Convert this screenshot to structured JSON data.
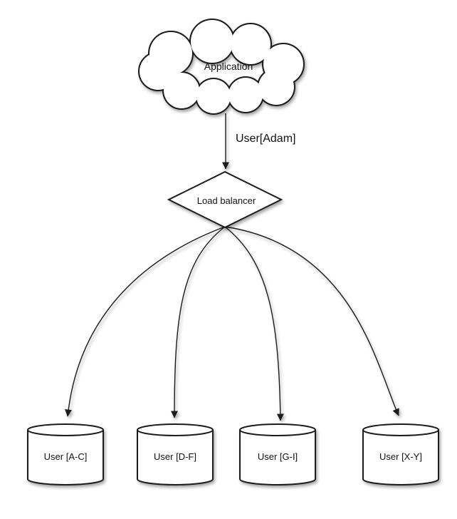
{
  "diagram": {
    "application": {
      "label": "Application",
      "shape": "cloud"
    },
    "request_edge": {
      "label": "User[Adam]",
      "from": "application",
      "to": "load_balancer"
    },
    "load_balancer": {
      "label": "Load balancer",
      "shape": "diamond"
    },
    "shards": [
      {
        "label": "User [A-C]",
        "shape": "cylinder"
      },
      {
        "label": "User [D-F]",
        "shape": "cylinder"
      },
      {
        "label": "User [G-I]",
        "shape": "cylinder"
      },
      {
        "label": "User [X-Y]",
        "shape": "cylinder"
      }
    ]
  },
  "colors": {
    "background": "#ffffff",
    "shape_fill": "#ffffff",
    "stroke": "#1a1a1a",
    "text": "#111111",
    "shadow": "rgba(0,0,0,0.35)"
  }
}
